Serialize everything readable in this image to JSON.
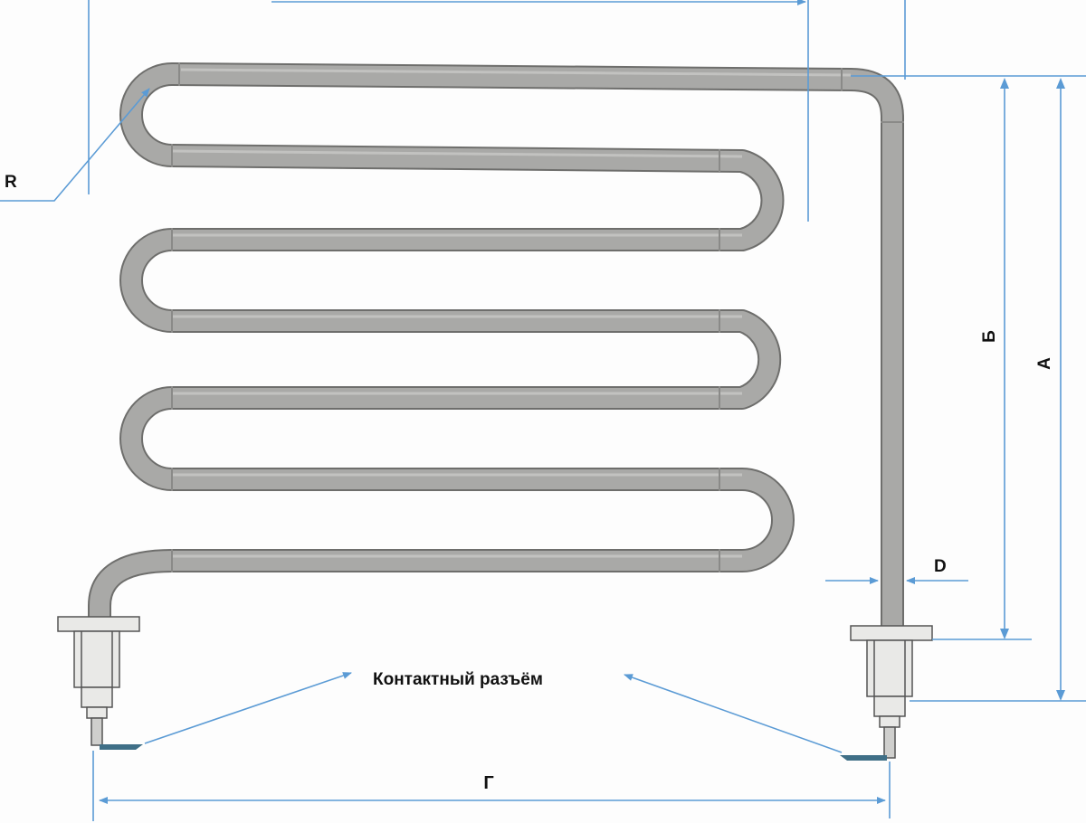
{
  "labels": {
    "radius": "R",
    "diameter": "D",
    "dim_a": "А",
    "dim_b": "Б",
    "dim_g": "Г",
    "connector": "Контактный разъём"
  },
  "colors": {
    "tube": "#a9a9a7",
    "tube_edge": "#6e6e6c",
    "dimension_line": "#5b9bd5",
    "terminal": "#e9e9e7",
    "pin": "#3f6f87"
  }
}
